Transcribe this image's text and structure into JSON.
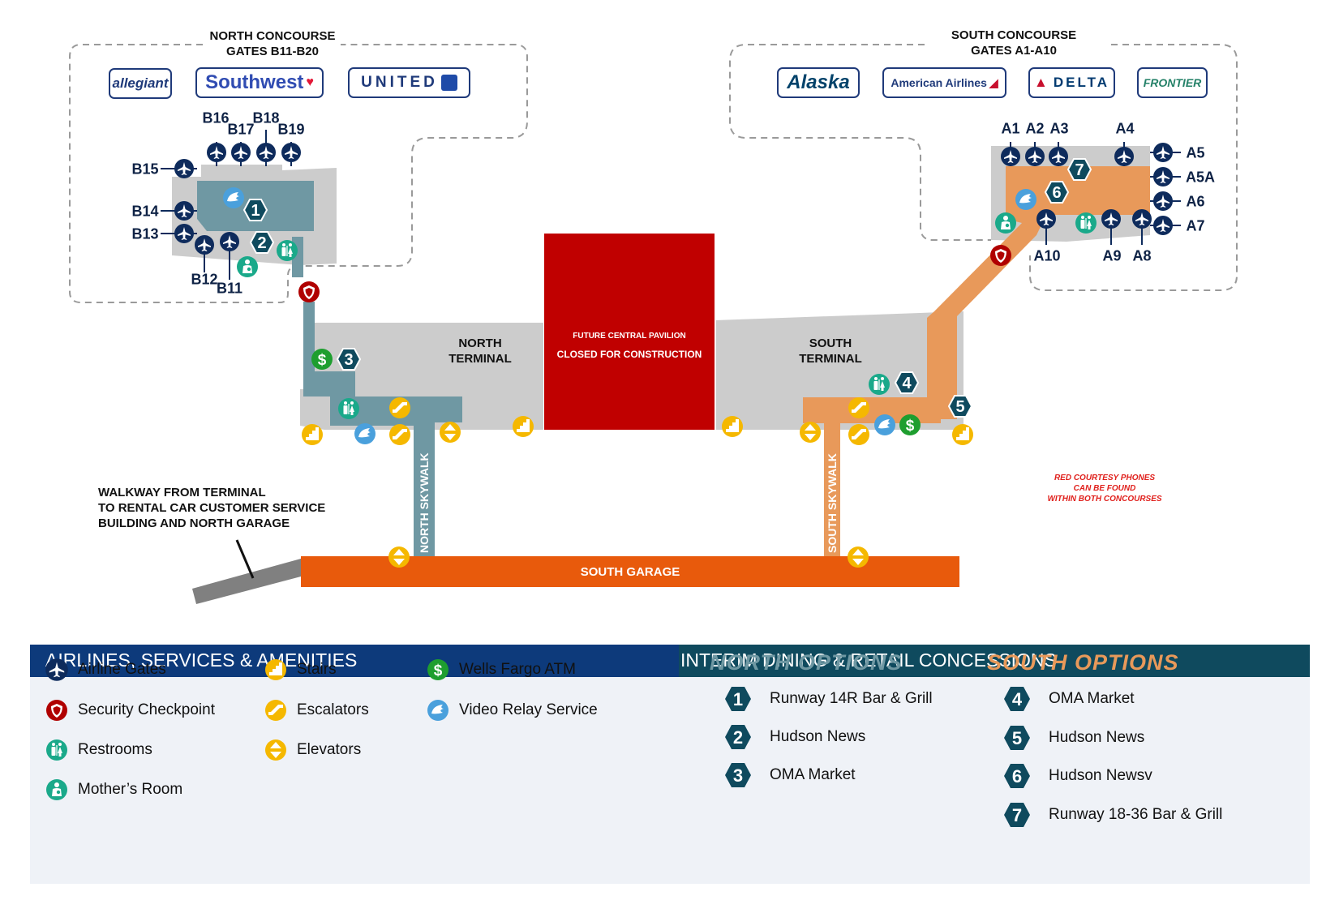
{
  "map": {
    "north_concourse": {
      "title_line1": "NORTH CONCOURSE",
      "title_line2": "GATES B11-B20"
    },
    "south_concourse": {
      "title_line1": "SOUTH CONCOURSE",
      "title_line2": "GATES A1-A10"
    },
    "north_terminal": {
      "line1": "NORTH",
      "line2": "TERMINAL"
    },
    "south_terminal": {
      "line1": "SOUTH",
      "line2": "TERMINAL"
    },
    "pavilion": {
      "line1": "FUTURE CENTRAL PAVILION",
      "line2": "CLOSED FOR CONSTRUCTION"
    },
    "south_garage": "SOUTH GARAGE",
    "north_skywalk": "NORTH SKYWALK",
    "south_skywalk": "SOUTH SKYWALK",
    "walkway_note": {
      "line1": "WALKWAY FROM TERMINAL",
      "line2": "TO RENTAL CAR CUSTOMER SERVICE",
      "line3": "BUILDING AND NORTH GARAGE"
    },
    "phones_note": {
      "line1": "RED COURTESY PHONES",
      "line2": "CAN BE FOUND",
      "line3": "WITHIN BOTH CONCOURSES"
    },
    "north_airlines": [
      "allegiant",
      "Southwest",
      "UNITED"
    ],
    "south_airlines": [
      "Alaska",
      "American Airlines",
      "DELTA",
      "FRONTIER"
    ],
    "north_gates": [
      "B16",
      "B17",
      "B18",
      "B19",
      "B15",
      "B14",
      "B13",
      "B12",
      "B11"
    ],
    "south_gates": [
      "A1",
      "A2",
      "A3",
      "A4",
      "A5",
      "A5A",
      "A6",
      "A7",
      "A10",
      "A9",
      "A8"
    ]
  },
  "legend": {
    "left_title": "AIRLINES, SERVICES & AMENITIES",
    "right_title": "INTERIM DINING & RETAIL CONCESSIONS",
    "items": {
      "airline_gates": "Airline Gates",
      "security": "Security Checkpoint",
      "restrooms": "Restrooms",
      "mothers_room": "Mother’s Room",
      "stairs": "Stairs",
      "escalators": "Escalators",
      "elevators": "Elevators",
      "atm": "Wells Fargo ATM",
      "video_relay": "Video Relay Service"
    },
    "north_options": {
      "title": "NORTH OPTIONS",
      "items": [
        {
          "num": "1",
          "name": "Runway 14R Bar & Grill"
        },
        {
          "num": "2",
          "name": "Hudson News"
        },
        {
          "num": "3",
          "name": "OMA Market"
        }
      ]
    },
    "south_options": {
      "title": "SOUTH OPTIONS",
      "items": [
        {
          "num": "4",
          "name": "OMA Market"
        },
        {
          "num": "5",
          "name": "Hudson News"
        },
        {
          "num": "6",
          "name": "Hudson Newsv"
        },
        {
          "num": "7",
          "name": "Runway 18-36 Bar & Grill"
        }
      ]
    }
  },
  "colors": {
    "north": "#6f98a3",
    "south": "#e8995a",
    "terminal": "#cccccc",
    "pavilion": "#c00000",
    "garage": "#e85a0c",
    "navy": "#0e2b5c",
    "teal_hex": "#0f4a5e",
    "security": "#b00000",
    "restroom": "#1aa98a",
    "stairs": "#f5b800",
    "atm": "#1e9e2f",
    "video": "#4aa0dc",
    "north_title": "#6f98a3",
    "south_title": "#e8995a"
  }
}
